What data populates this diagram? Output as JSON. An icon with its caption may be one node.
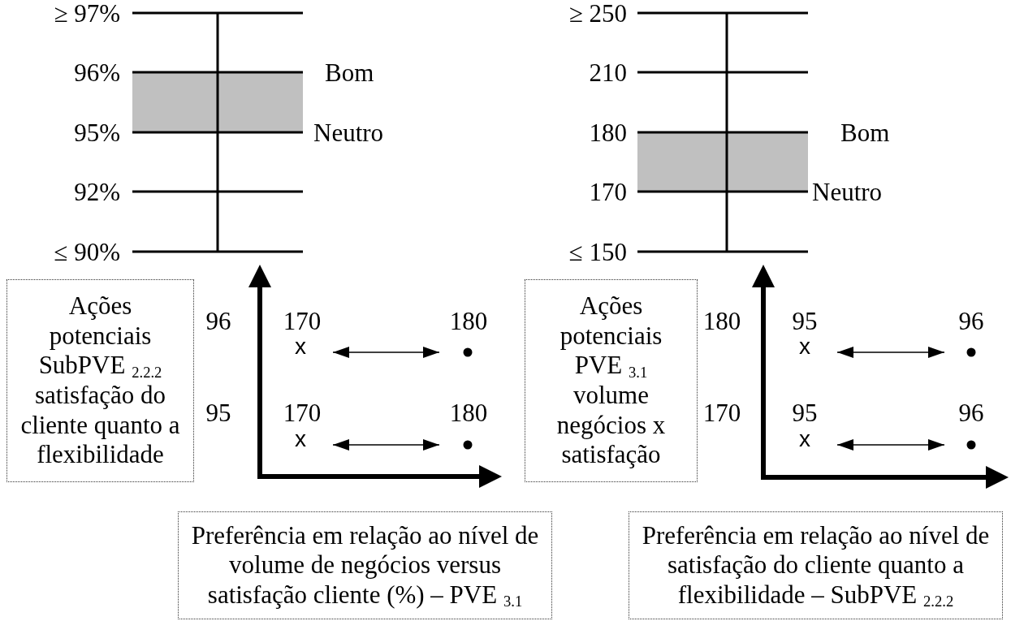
{
  "diagram": {
    "nodes": [
      {
        "text": [
          "Ações potenciais SubPVE $_{2.2.2}$ satisfação do cliente quanto a flexibilidade"
        ]
      },
      {
        "text": [
          "Preferência em relação ao nível de volume de negócios versus satisfação cliente (%) – PVE $_{3.1}$"
        ]
      },
      {
        "text": [
          "Ações potenciais PVE $_{3.1}$ volume negócios x satisfação"
        ]
      },
      {
        "text": [
          "Preferência em relação ao nível de satisfação do cliente quanto a flexibilidade – SubPVE $_{2.2.2}$"
        ]
      },
      {
        "text": [
          "x"
        ]
      },
      {
        "text": [],
        "shape": "circle"
      },
      {
        "text": [
          "x"
        ]
      },
      {
        "text": [],
        "shape": "circle"
      },
      {
        "text": [
          "x"
        ]
      },
      {
        "text": [],
        "shape": "circle"
      },
      {
        "text": [
          "x"
        ]
      },
      {
        "text": [],
        "shape": "circle"
      }
    ],
    "edges": [
      {
        "from": 4,
        "to": 5,
        "arrow": "both"
      },
      {
        "from": 6,
        "to": 7,
        "arrow": "both"
      },
      {
        "from": 8,
        "to": 9,
        "arrow": "both"
      },
      {
        "from": 10,
        "to": 11,
        "arrow": "both"
      }
    ],
    "labels": [
      "≥ 97%",
      "96%",
      "Bom",
      "95%",
      "Neutro",
      "92%",
      "≤ 90%",
      "≥ 250",
      "210",
      "180",
      "Bom",
      "170",
      "Neutro",
      "≤ 150",
      "96",
      "170",
      "180",
      "95",
      "170",
      "180",
      "180",
      "95",
      "96",
      "170",
      "95",
      "96"
    ]
  }
}
